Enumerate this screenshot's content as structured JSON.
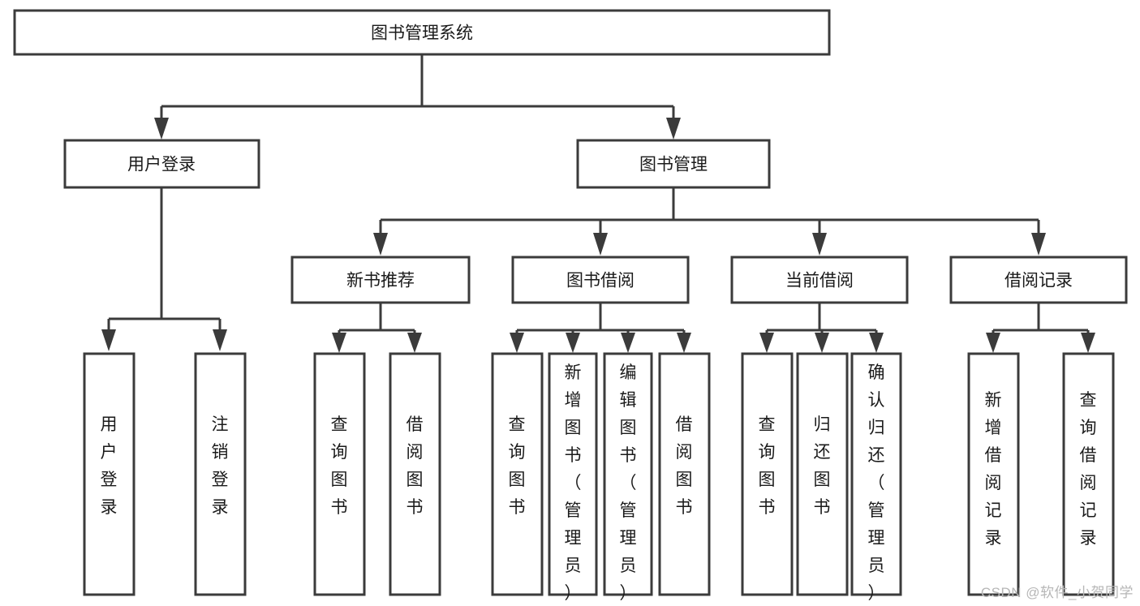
{
  "diagram": {
    "title": "图书管理系统",
    "type": "tree-hierarchy-chart",
    "watermark": "CSDN @软件_小贺同学",
    "nodes": {
      "root": {
        "label": "图书管理系统"
      },
      "level2": [
        {
          "id": "user-login",
          "label": "用户登录"
        },
        {
          "id": "book-manage",
          "label": "图书管理"
        }
      ],
      "level3": [
        {
          "id": "new-book-recommend",
          "label": "新书推荐"
        },
        {
          "id": "book-borrow",
          "label": "图书借阅"
        },
        {
          "id": "current-borrow",
          "label": "当前借阅"
        },
        {
          "id": "borrow-record",
          "label": "借阅记录"
        }
      ],
      "leaves": [
        {
          "id": "leaf-user-login",
          "label": "用户登录",
          "parent": "user-login"
        },
        {
          "id": "leaf-logout-login",
          "label": "注销登录",
          "parent": "user-login"
        },
        {
          "id": "leaf-query-book-1",
          "label": "查询图书",
          "parent": "new-book-recommend"
        },
        {
          "id": "leaf-borrow-book-1",
          "label": "借阅图书",
          "parent": "new-book-recommend"
        },
        {
          "id": "leaf-query-book-2",
          "label": "查询图书",
          "parent": "book-borrow"
        },
        {
          "id": "leaf-add-book",
          "label": "新增图书（管理员）",
          "parent": "book-borrow"
        },
        {
          "id": "leaf-edit-book",
          "label": "编辑图书（管理员）",
          "parent": "book-borrow"
        },
        {
          "id": "leaf-borrow-book-2",
          "label": "借阅图书",
          "parent": "book-borrow"
        },
        {
          "id": "leaf-query-book-3",
          "label": "查询图书",
          "parent": "current-borrow"
        },
        {
          "id": "leaf-return-book",
          "label": "归还图书",
          "parent": "current-borrow"
        },
        {
          "id": "leaf-confirm-return",
          "label": "确认归还（管理员）",
          "parent": "current-borrow"
        },
        {
          "id": "leaf-add-record",
          "label": "新增借阅记录",
          "parent": "borrow-record"
        },
        {
          "id": "leaf-query-record",
          "label": "查询借阅记录",
          "parent": "borrow-record"
        }
      ]
    },
    "colors": {
      "box_stroke": "#3b3b3b",
      "box_fill": "#ffffff",
      "text": "#1a1a1a",
      "background": "#ffffff",
      "watermark": "#b6b6b6"
    }
  }
}
